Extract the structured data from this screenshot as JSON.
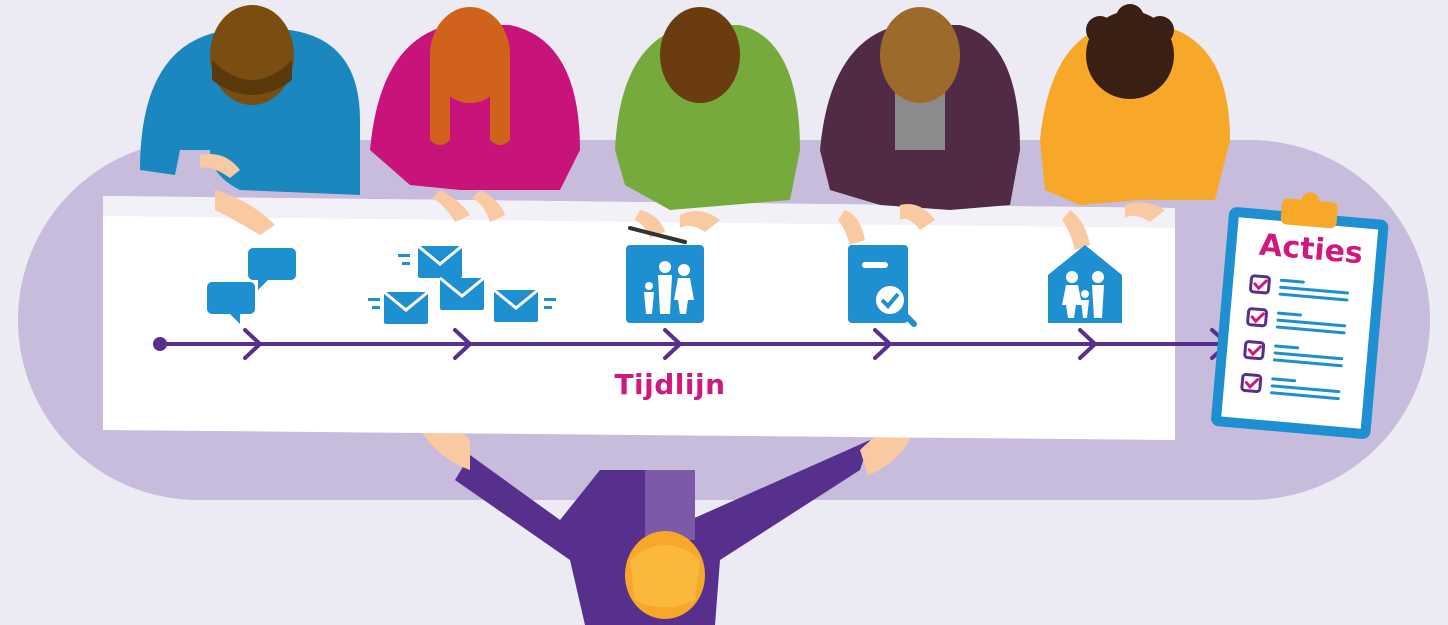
{
  "timeline": {
    "label": "Tijdlijn",
    "steps": [
      {
        "icon": "chat-bubbles-icon"
      },
      {
        "icon": "emails-icon"
      },
      {
        "icon": "family-document-icon"
      },
      {
        "icon": "document-search-icon"
      },
      {
        "icon": "family-home-icon"
      }
    ]
  },
  "clipboard": {
    "title": "Acties",
    "item_count": 4,
    "icon": "clipboard-checklist-icon"
  },
  "people": {
    "around_table": [
      "blue-shirt-person",
      "pink-shirt-person",
      "green-shirt-person",
      "purple-jacket-person",
      "yellow-shirt-person"
    ],
    "facilitator": "purple-shirt-facilitator"
  },
  "colors": {
    "background": "#ecebf3",
    "table": "#c7bcdb",
    "paper": "#ffffff",
    "timeline": "#56308c",
    "accent": "#d0197f",
    "icon_blue": "#1e8fd0",
    "shirts": [
      "#1a87bf",
      "#c8137a",
      "#77aa3c",
      "#512a45",
      "#f7a829"
    ],
    "facilitator_shirt": "#56308c",
    "skin": "#f9c9a2"
  }
}
